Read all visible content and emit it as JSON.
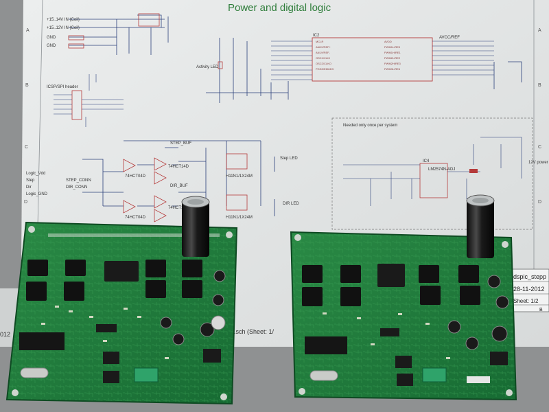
{
  "schematic": {
    "title": "Power and digital logic",
    "sheet_file": "per_4.sch (Sheet: 1/",
    "left_fragment": "012",
    "labels": {
      "header": "ICSP/SPI header",
      "activity": "Activity LED",
      "note": "Needed only once per system",
      "step_led": "Step LED",
      "dir_led": "DIR LED",
      "power_12v": "12V power",
      "logic_vdd": "Logic_Vdd",
      "step": "Step",
      "dir": "Dir",
      "logic_gnd": "Logic_GND",
      "step_buf": "STEP_BUF",
      "dir_buf": "DIR_BUF",
      "step_conn": "STEP_CONN",
      "dir_conn": "DIR_CONN",
      "chip_ic2": "IC2",
      "chip_ic4": "IC4",
      "gate1": "74HCT04D",
      "gate2": "74HCT14D",
      "opto": "H11N1/1X24M",
      "reg": "LM2574N-ADJ",
      "avcc": "AVCC/REF"
    },
    "title_block": {
      "name": "dspic_stepp",
      "date": "28-11-2012",
      "sheet": "Sheet: 1/2",
      "rev": "B"
    },
    "border_letters": [
      "A",
      "B",
      "C",
      "D"
    ]
  },
  "colors": {
    "paper": "#e4e6e6",
    "pcb": "#1f7a3c",
    "pcb_dark": "#145a2a",
    "silk": "#e8efe6",
    "chip": "#1a1a1a",
    "table": "#8f9192",
    "schematic_text": "#2e7d3a"
  }
}
